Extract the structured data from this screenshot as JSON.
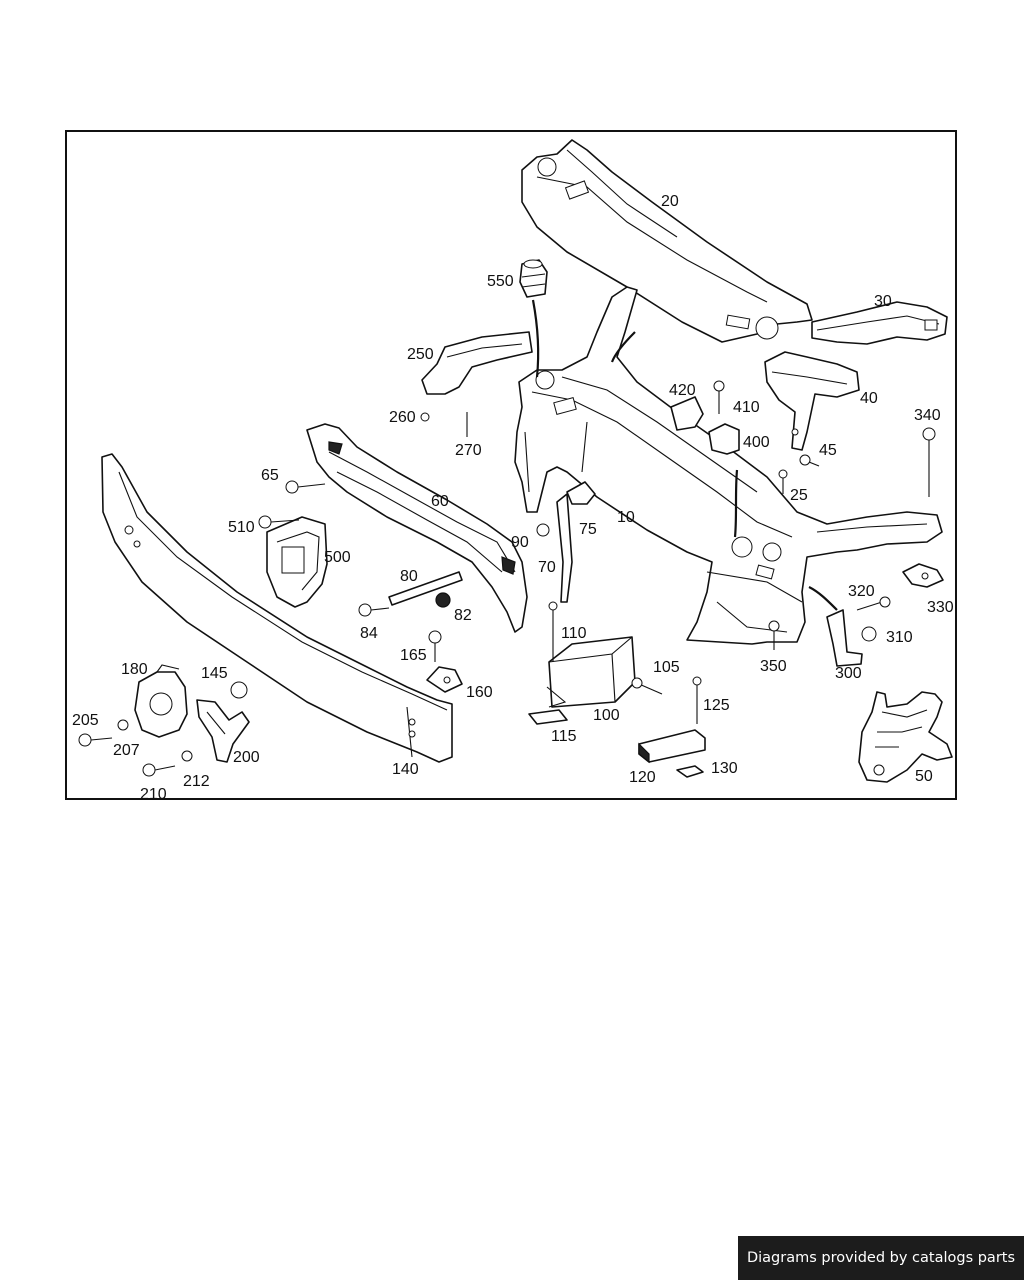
{
  "diagram": {
    "callouts": [
      "10",
      "20",
      "25",
      "30",
      "40",
      "45",
      "50",
      "60",
      "65",
      "70",
      "75",
      "80",
      "82",
      "84",
      "90",
      "100",
      "105",
      "110",
      "115",
      "120",
      "125",
      "130",
      "140",
      "145",
      "160",
      "165",
      "180",
      "200",
      "205",
      "207",
      "210",
      "212",
      "250",
      "260",
      "270",
      "300",
      "310",
      "320",
      "330",
      "340",
      "350",
      "400",
      "410",
      "420",
      "500",
      "510",
      "550"
    ]
  },
  "watermark": {
    "text": "Diagrams provided by catalogs parts"
  },
  "colors": {
    "line": "#111111",
    "background": "#ffffff",
    "watermark_bg": "#1c1c1c",
    "watermark_text": "#ffffff"
  }
}
